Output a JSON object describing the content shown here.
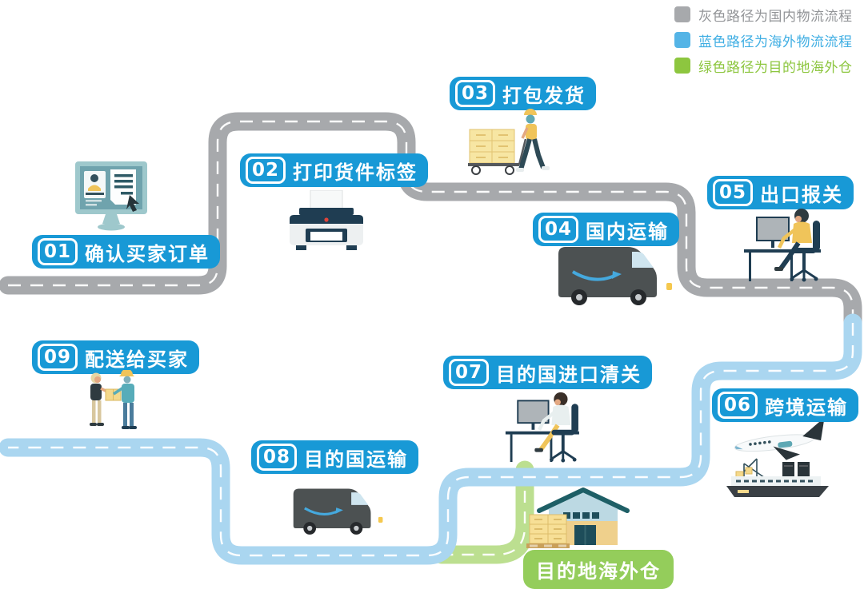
{
  "legend": {
    "items": [
      {
        "id": "domestic",
        "label": "灰色路径为国内物流流程",
        "swatch_color": "#A7A9AC",
        "text_color": "#939598",
        "icon": "gray-swatch-icon"
      },
      {
        "id": "overseas",
        "label": "蓝色路径为海外物流流程",
        "swatch_color": "#54B4E6",
        "text_color": "#3FAEE3",
        "icon": "blue-swatch-icon"
      },
      {
        "id": "warehouse",
        "label": "绿色路径为目的地海外仓",
        "swatch_color": "#8DC63F",
        "text_color": "#8DC63F",
        "icon": "green-swatch-icon"
      }
    ]
  },
  "steps": [
    {
      "number": "01",
      "label": "确认买家订单",
      "icon": "order-monitor-icon"
    },
    {
      "number": "02",
      "label": "打印货件标签",
      "icon": "printer-icon"
    },
    {
      "number": "03",
      "label": "打包发货",
      "icon": "packing-cart-icon"
    },
    {
      "number": "04",
      "label": "国内运输",
      "icon": "delivery-van-icon"
    },
    {
      "number": "05",
      "label": "出口报关",
      "icon": "customs-clerk-icon"
    },
    {
      "number": "06",
      "label": "跨境运输",
      "icon": "plane-ship-icon"
    },
    {
      "number": "07",
      "label": "目的国进口清关",
      "icon": "customs-clerk-icon"
    },
    {
      "number": "08",
      "label": "目的国运输",
      "icon": "delivery-van-icon"
    },
    {
      "number": "09",
      "label": "配送给买家",
      "icon": "package-handoff-icon"
    }
  ],
  "warehouse": {
    "label": "目的地海外仓",
    "icon": "warehouse-icon"
  },
  "colors": {
    "step_pill_bg": "#1899D6",
    "warehouse_pill_bg": "#94CD5B",
    "road_gray": "#A7A9AC",
    "road_blue": "#AAD6F0",
    "road_green": "#BCDF90",
    "road_dash": "#FFFFFF",
    "dark_navy": "#1F3D52",
    "accent_yellow": "#F0C45A"
  }
}
